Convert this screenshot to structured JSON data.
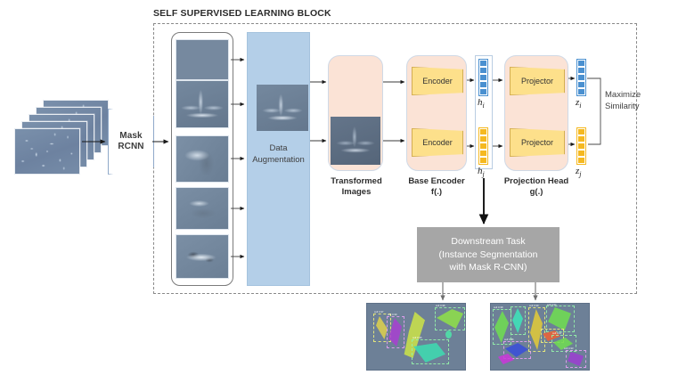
{
  "diagram": {
    "title": "SELF SUPERVISED LEARNING BLOCK",
    "mask_rcnn_line1": "Mask",
    "mask_rcnn_line2": "RCNN",
    "data_augmentation_line1": "Data",
    "data_augmentation_line2": "Augmentation",
    "transformed_images_line1": "Transformed",
    "transformed_images_line2": "Images",
    "base_encoder_line1": "Base Encoder",
    "base_encoder_line2": "f(.)",
    "projection_head_line1": "Projection Head",
    "projection_head_line2": "g(.)",
    "encoder_top_label": "Encoder",
    "encoder_bottom_label": "Encoder",
    "projector_top_label": "Projector",
    "projector_bottom_label": "Projector",
    "h_i_label": "h",
    "h_i_sub": "i",
    "h_j_label": "h",
    "h_j_sub": "j",
    "z_i_label": "z",
    "z_i_sub": "i",
    "z_j_label": "z",
    "z_j_sub": "j",
    "maximize_line1": "Maximize",
    "maximize_line2": "Similarity",
    "downstream_line1": "Downstream Task",
    "downstream_line2": "(Instance Segmentation",
    "downstream_line3": "with Mask R-CNN)"
  },
  "colors": {
    "data_augmentation_fill": "#b4cfe8",
    "panel_fill": "#fbe3d6",
    "encoder_fill": "#fde08b",
    "vector_blue": "#4a90d0",
    "vector_gold": "#f5b921",
    "downstream_fill": "#a6a6a6",
    "dashed_border": "#8a8a8a"
  },
  "result_images": {
    "left_caption": "",
    "right_caption": ""
  }
}
